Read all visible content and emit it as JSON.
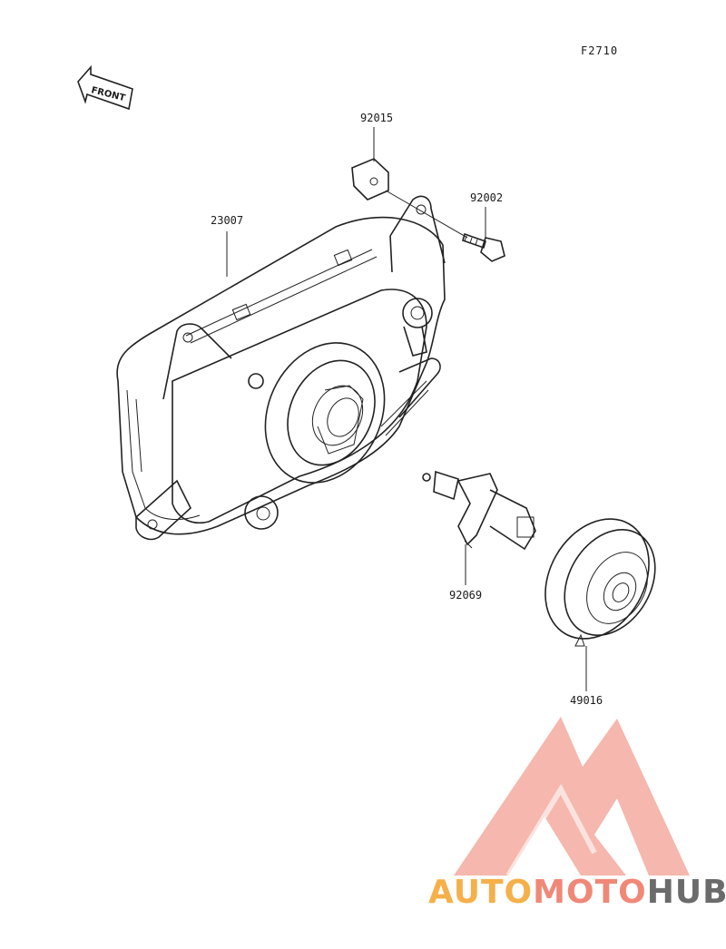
{
  "diagram": {
    "figure_code": "F2710",
    "front_label": "FRONT",
    "parts": [
      {
        "number": "92015"
      },
      {
        "number": "92002"
      },
      {
        "number": "23007"
      },
      {
        "number": "92069"
      },
      {
        "number": "49016"
      }
    ]
  },
  "watermark": {
    "part1": "AUTO",
    "part2": "MOTO",
    "part3": "HUB",
    "colors": {
      "auto": "#f5b04a",
      "moto": "#f08878",
      "hub": "#6b6b6b",
      "logo": "#f08878"
    }
  }
}
